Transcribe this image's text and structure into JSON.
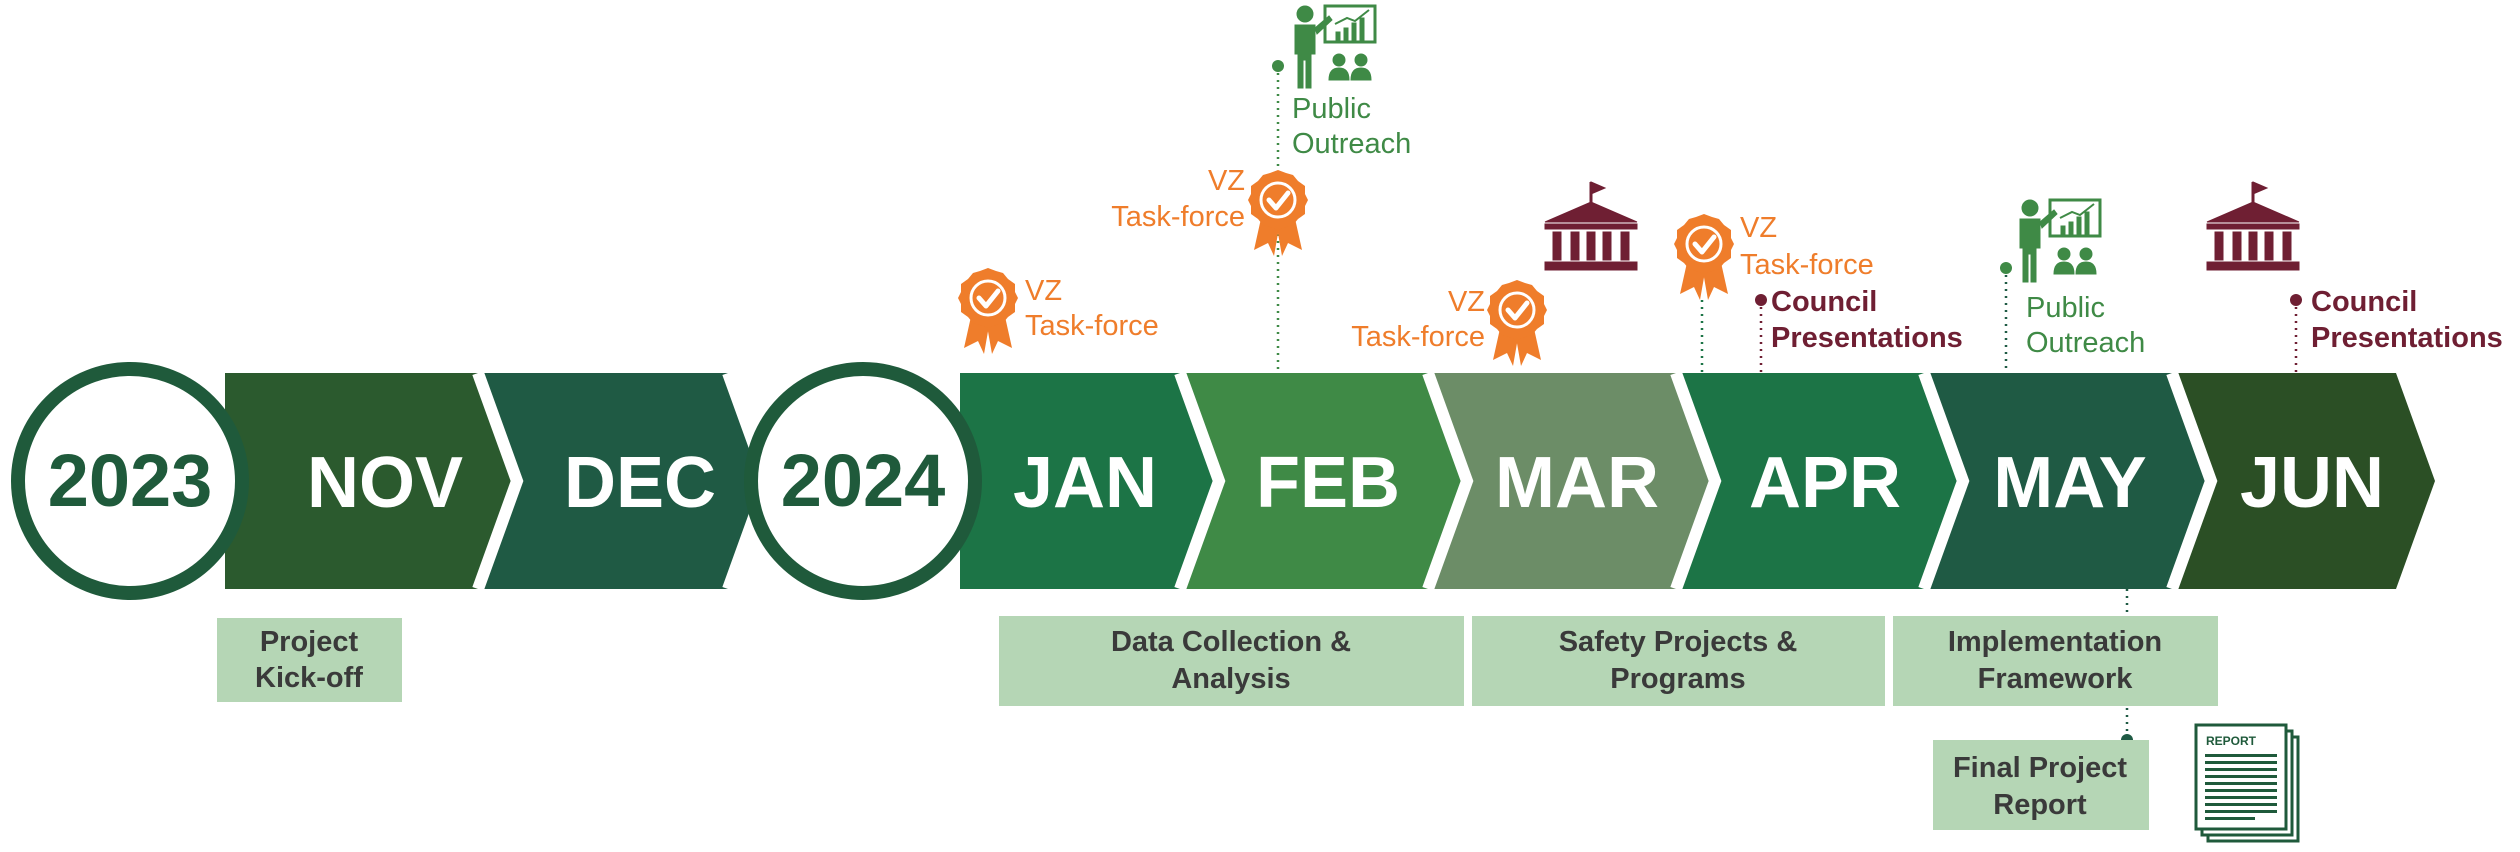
{
  "years": {
    "y2023": "2023",
    "y2024": "2024"
  },
  "months": [
    {
      "label": "NOV",
      "color": "#2b5a2e"
    },
    {
      "label": "DEC",
      "color": "#1f5a44"
    },
    {
      "label": "JAN",
      "color": "#1c7446"
    },
    {
      "label": "FEB",
      "color": "#3f8a46"
    },
    {
      "label": "MAR",
      "color": "#6c8d67"
    },
    {
      "label": "APR",
      "color": "#1c7446"
    },
    {
      "label": "MAY",
      "color": "#1f5a44"
    },
    {
      "label": "JUN",
      "color": "#2b4f25"
    }
  ],
  "events": {
    "vz_jan": {
      "line1": "VZ",
      "line2": "Task-force"
    },
    "vz_feb": {
      "line1": "VZ",
      "line2": "Task-force"
    },
    "vz_mar": {
      "line1": "VZ",
      "line2": "Task-force"
    },
    "vz_apr": {
      "line1": "VZ",
      "line2": "Task-force"
    },
    "public_feb": {
      "line1": "Public",
      "line2": "Outreach"
    },
    "public_may": {
      "line1": "Public",
      "line2": "Outreach"
    },
    "council_apr": {
      "line1": "Council",
      "line2": "Presentations"
    },
    "council_jun": {
      "line1": "Council",
      "line2": "Presentations"
    }
  },
  "phases": {
    "kickoff": {
      "line1": "Project",
      "line2": "Kick-off"
    },
    "data": {
      "line1": "Data Collection &",
      "line2": "Analysis"
    },
    "safety": {
      "line1": "Safety Projects &",
      "line2": "Programs"
    },
    "implementation": {
      "line1": "Implementation",
      "line2": "Framework"
    },
    "final": {
      "line1": "Final Project",
      "line2": "Report"
    }
  },
  "report_icon_label": "REPORT",
  "icons": {
    "award": "award-ribbon-icon",
    "presenter": "presenter-chart-icon",
    "building": "government-building-icon",
    "report": "report-document-icon"
  },
  "colors": {
    "vz_orange": "#ef7d2b",
    "outreach_green": "#3f8a46",
    "council_maroon": "#6f1f33",
    "box_fill": "#b5d6b5",
    "year_ring": "#1f5a3b"
  }
}
